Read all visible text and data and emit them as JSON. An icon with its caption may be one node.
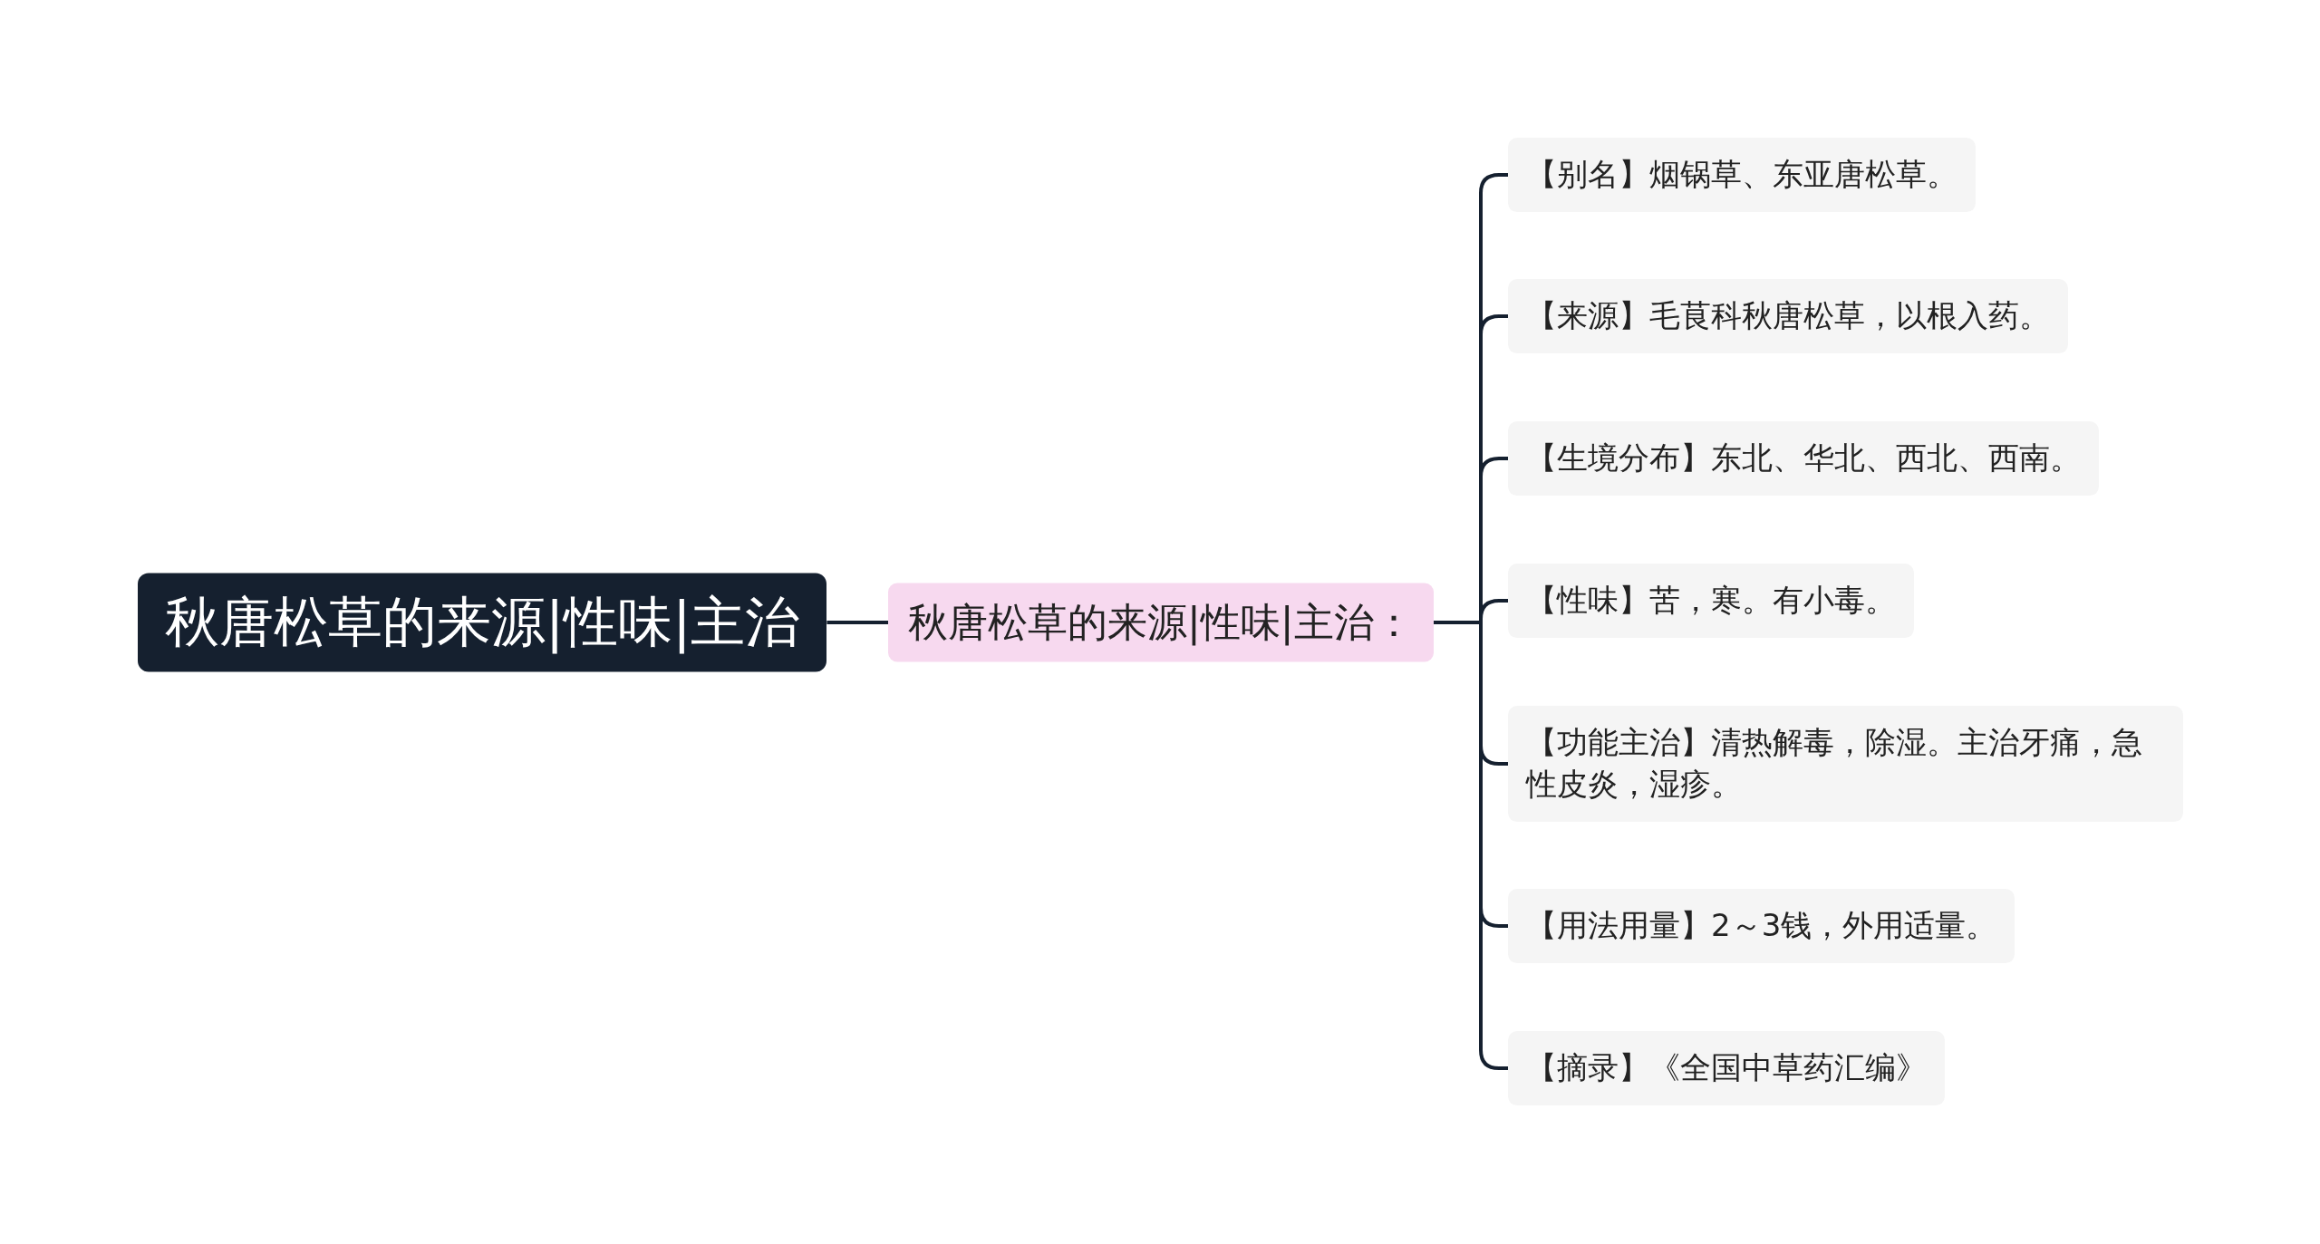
{
  "diagram": {
    "nodes": [
      {
        "text": [
          "秋唐松草的来源|性味|主治"
        ]
      },
      {
        "text": [
          "秋唐松草的来源|性味|主治："
        ]
      },
      {
        "text": [
          "【别名】烟锅草、东亚唐松草。"
        ]
      },
      {
        "text": [
          "【来源】毛茛科秋唐松草，以根入药。"
        ]
      },
      {
        "text": [
          "【生境分布】东北、华北、西北、西南。"
        ]
      },
      {
        "text": [
          "【性味】苦，寒。有小毒。"
        ]
      },
      {
        "text": [
          "【功能主治】清热解毒，除湿。主治牙痛，急性皮炎，湿疹。"
        ]
      },
      {
        "text": [
          "【用法用量】2～3钱，外用适量。"
        ]
      },
      {
        "text": [
          "【摘录】《全国中草药汇编》"
        ]
      }
    ],
    "edges": [
      {
        "from": 0,
        "to": 1,
        "arrow": "none"
      },
      {
        "from": 1,
        "to": 2,
        "arrow": "none"
      },
      {
        "from": 1,
        "to": 3,
        "arrow": "none"
      },
      {
        "from": 1,
        "to": 4,
        "arrow": "none"
      },
      {
        "from": 1,
        "to": 5,
        "arrow": "none"
      },
      {
        "from": 1,
        "to": 6,
        "arrow": "none"
      },
      {
        "from": 1,
        "to": 7,
        "arrow": "none"
      },
      {
        "from": 1,
        "to": 8,
        "arrow": "none"
      }
    ]
  }
}
